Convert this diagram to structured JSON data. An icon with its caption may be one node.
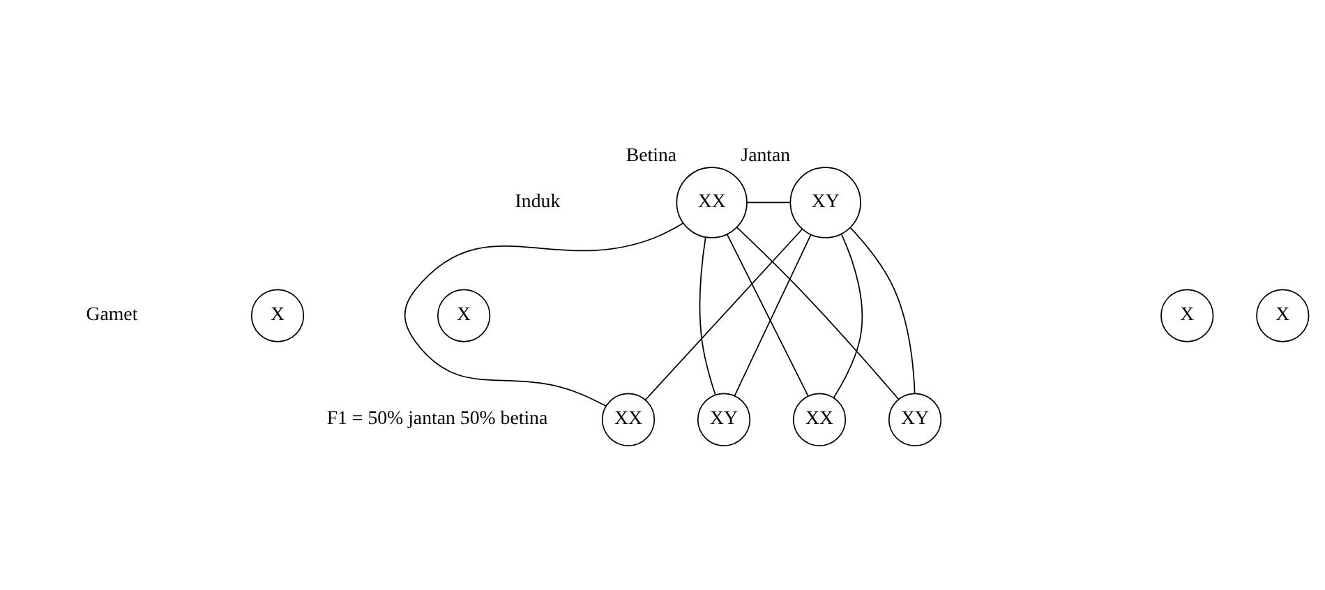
{
  "diagram": {
    "nodes": [
      {
        "text": [
          "XX"
        ],
        "beside": [
          "Betina"
        ]
      },
      {
        "text": [
          "XY"
        ],
        "beside": [
          "Jantan"
        ]
      },
      {
        "text": [
          "X"
        ]
      },
      {
        "text": [
          "X"
        ]
      },
      {
        "text": [
          "X"
        ]
      },
      {
        "text": [
          "X"
        ]
      },
      {
        "text": [
          "XX"
        ]
      },
      {
        "text": [
          "XY"
        ]
      },
      {
        "text": [
          "XX"
        ]
      },
      {
        "text": [
          "XY"
        ]
      }
    ],
    "edges": [
      {
        "from": 0,
        "to": 1,
        "arrow": "none"
      },
      {
        "from": 0,
        "to": 6,
        "arrow": "none"
      },
      {
        "from": 0,
        "to": 7,
        "arrow": "none"
      },
      {
        "from": 0,
        "to": 8,
        "arrow": "none"
      },
      {
        "from": 0,
        "to": 9,
        "arrow": "none"
      },
      {
        "from": 1,
        "to": 6,
        "arrow": "none"
      },
      {
        "from": 1,
        "to": 7,
        "arrow": "none"
      },
      {
        "from": 1,
        "to": 8,
        "arrow": "none"
      },
      {
        "from": 1,
        "to": 9,
        "arrow": "none"
      }
    ],
    "labels": [
      "Induk",
      "Gamet",
      "F1 = 50% jantan 50% betina"
    ]
  }
}
